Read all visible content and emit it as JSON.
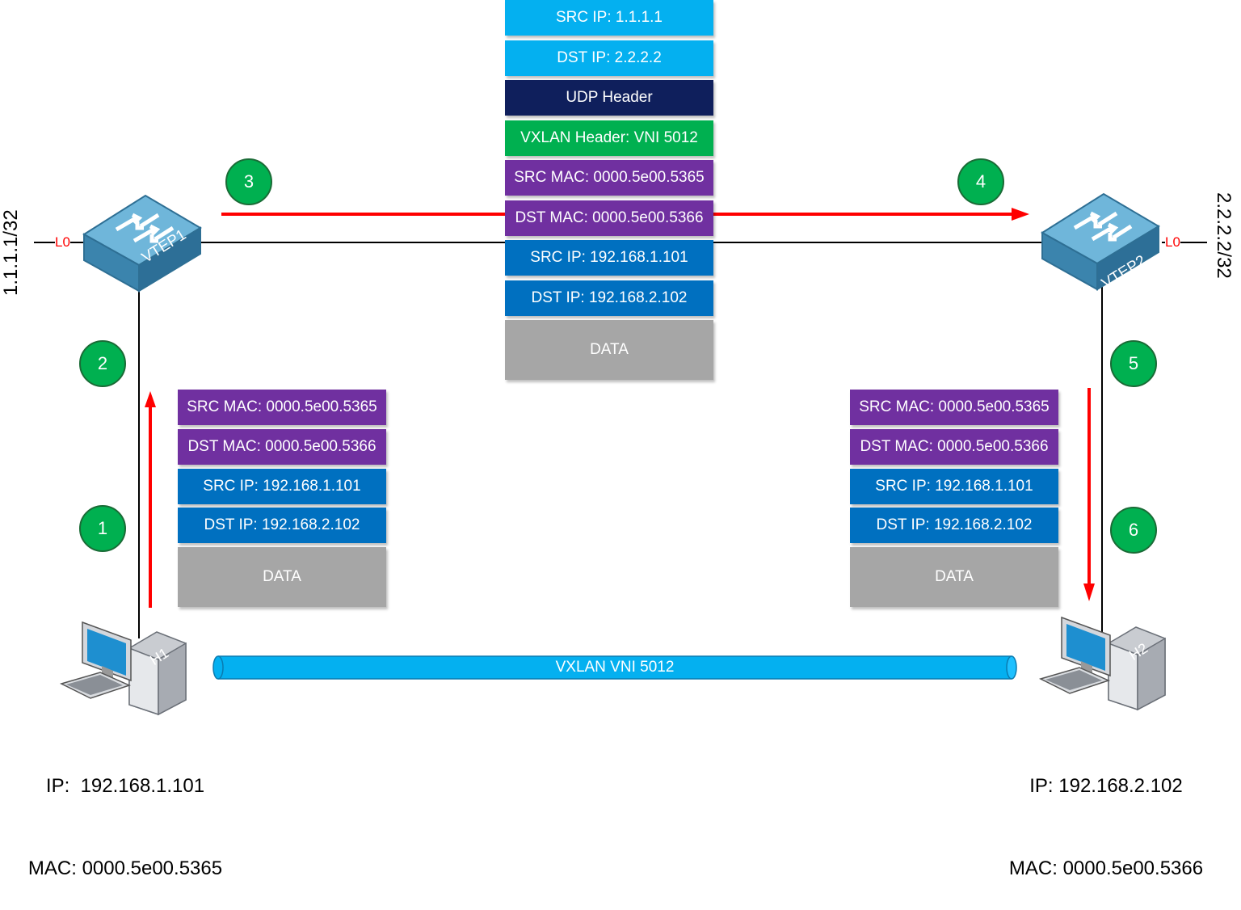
{
  "center_stack": [
    {
      "label": "SRC IP: 1.1.1.1",
      "color": "#04b0f0"
    },
    {
      "label": "DST IP: 2.2.2.2",
      "color": "#04b0f0"
    },
    {
      "label": "UDP Header",
      "color": "#0f1f5c"
    },
    {
      "label": "VXLAN Header: VNI 5012",
      "color": "#00b050"
    },
    {
      "label": "SRC MAC: 0000.5e00.5365",
      "color": "#7030a0"
    },
    {
      "label": "DST MAC: 0000.5e00.5366",
      "color": "#7030a0"
    },
    {
      "label": "SRC IP: 192.168.1.101",
      "color": "#0070c0"
    },
    {
      "label": "DST IP: 192.168.2.102",
      "color": "#0070c0"
    },
    {
      "label": "DATA",
      "color": "#a6a6a6"
    }
  ],
  "left_stack": [
    {
      "label": "SRC MAC: 0000.5e00.5365"
    },
    {
      "label": "DST MAC: 0000.5e00.5366"
    },
    {
      "label": "SRC IP: 192.168.1.101"
    },
    {
      "label": "DST IP: 192.168.2.102"
    },
    {
      "label": "DATA"
    }
  ],
  "right_stack": [
    {
      "label": "SRC MAC: 0000.5e00.5365"
    },
    {
      "label": "DST MAC: 0000.5e00.5366"
    },
    {
      "label": "SRC IP: 192.168.1.101"
    },
    {
      "label": "DST IP: 192.168.2.102"
    },
    {
      "label": "DATA"
    }
  ],
  "steps": [
    "1",
    "2",
    "3",
    "4",
    "5",
    "6"
  ],
  "vtep1": {
    "name": "VTEP1",
    "loopback": "L0",
    "address": "1.1.1.1/32"
  },
  "vtep2": {
    "name": "VTEP2",
    "loopback": "L0",
    "address": "2.2.2.2/32"
  },
  "h1": {
    "name": "H1",
    "ip": "IP:  192.168.1.101",
    "mac": "MAC: 0000.5e00.5365"
  },
  "h2": {
    "name": "H2",
    "ip": "IP: 192.168.2.102",
    "mac": "MAC: 0000.5e00.5366"
  },
  "tunnel": {
    "label": "VXLAN VNI 5012"
  },
  "colors": {
    "arrow": "#ff0000",
    "step_circle": "#00b050",
    "tunnel": "#04b0f0",
    "switch": "#4f9fc6"
  }
}
